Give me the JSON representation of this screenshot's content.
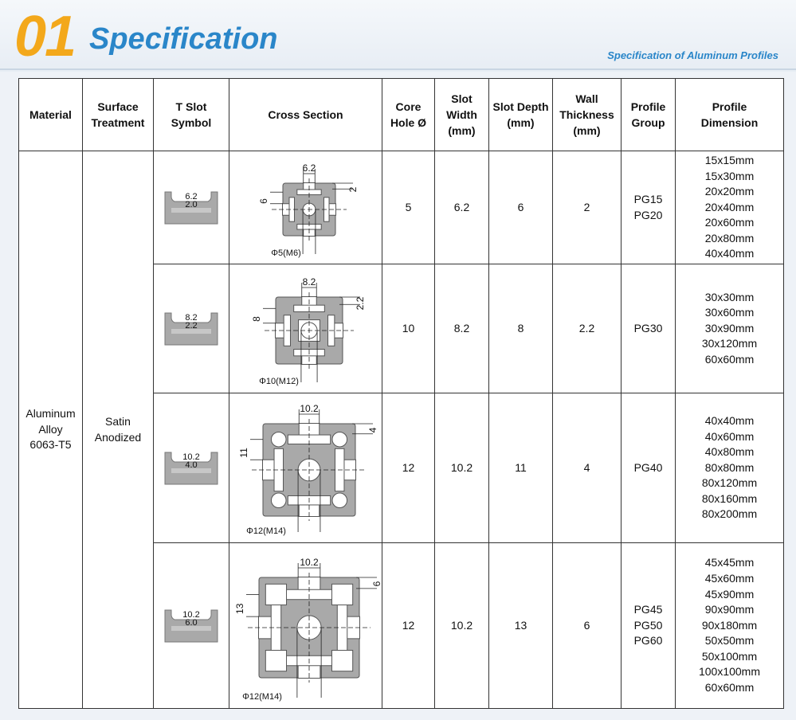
{
  "header": {
    "number": "01",
    "title": "Specification",
    "subtitle": "Specification of Aluminum Profiles"
  },
  "table": {
    "columns": [
      "Material",
      "Surface\nTreatment",
      "T Slot\nSymbol",
      "Cross Section",
      "Core\nHole Ø",
      "Slot\nWidth\n(mm)",
      "Slot Depth\n(mm)",
      "Wall\nThickness\n(mm)",
      "Profile\nGroup",
      "Profile\nDimension"
    ],
    "material": "Aluminum\nAlloy\n6063-T5",
    "surface": "Satin\nAnodized",
    "rows": [
      {
        "tslot_top": "6.2",
        "tslot_bottom": "2.0",
        "cs_width": "6.2",
        "cs_depth": "2",
        "cs_height": "6",
        "cs_hole": "Φ5(M6)",
        "core_hole": "5",
        "slot_width": "6.2",
        "slot_depth": "6",
        "wall": "2",
        "group": "PG15\nPG20",
        "dims": "15x15mm\n15x30mm\n20x20mm\n20x40mm\n20x60mm\n20x80mm\n40x40mm"
      },
      {
        "tslot_top": "8.2",
        "tslot_bottom": "2.2",
        "cs_width": "8.2",
        "cs_depth": "2.2",
        "cs_height": "8",
        "cs_hole": "Φ10(M12)",
        "core_hole": "10",
        "slot_width": "8.2",
        "slot_depth": "8",
        "wall": "2.2",
        "group": "PG30",
        "dims": "30x30mm\n30x60mm\n30x90mm\n30x120mm\n60x60mm"
      },
      {
        "tslot_top": "10.2",
        "tslot_bottom": "4.0",
        "cs_width": "10.2",
        "cs_depth": "4",
        "cs_height": "11",
        "cs_hole": "Φ12(M14)",
        "core_hole": "12",
        "slot_width": "10.2",
        "slot_depth": "11",
        "wall": "4",
        "group": "PG40",
        "dims": "40x40mm\n40x60mm\n40x80mm\n80x80mm\n80x120mm\n80x160mm\n80x200mm"
      },
      {
        "tslot_top": "10.2",
        "tslot_bottom": "6.0",
        "cs_width": "10.2",
        "cs_depth": "6",
        "cs_height": "13",
        "cs_hole": "Φ12(M14)",
        "core_hole": "12",
        "slot_width": "10.2",
        "slot_depth": "13",
        "wall": "6",
        "group": "PG45\nPG50\nPG60",
        "dims": "45x45mm\n45x60mm\n45x90mm\n90x90mm\n90x180mm\n50x50mm\n50x100mm\n100x100mm\n60x60mm"
      }
    ]
  },
  "colors": {
    "accent_orange": "#f3a81b",
    "accent_blue": "#2a86c9",
    "profile_gray": "#a9a9a9"
  }
}
